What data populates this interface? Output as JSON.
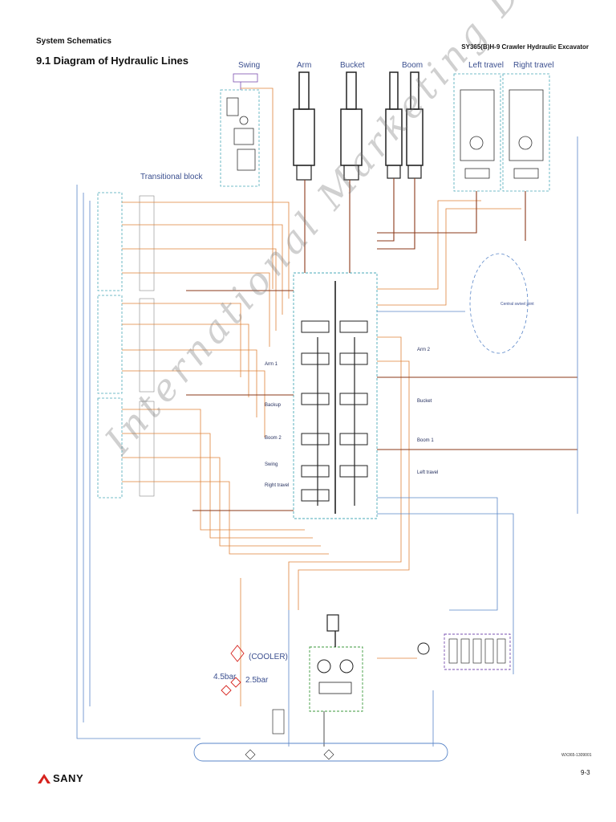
{
  "header": {
    "section": "System Schematics",
    "title": "9.1  Diagram of Hydraulic Lines",
    "model": "SY365(B)H-9 Crawler Hydraulic Excavator"
  },
  "top_labels": {
    "swing": "Swing",
    "arm": "Arm",
    "bucket": "Bucket",
    "boom": "Boom",
    "left_travel": "Left travel",
    "right_travel": "Right travel"
  },
  "block_labels": {
    "transitional_block": "Transitional block",
    "central_swivel": "Central swivel joint"
  },
  "valve_labels": {
    "arm1": "Arm 1",
    "backup": "Backup",
    "boom2": "Boom 2",
    "swing": "Swing",
    "right_travel": "Right travel",
    "arm2": "Arm 2",
    "bucket": "Bucket",
    "boom1": "Boom 1",
    "left_travel": "Left travel"
  },
  "cooler_labels": {
    "cooler": "(COOLER)",
    "p45": "4.5bar",
    "p25": "2.5bar"
  },
  "footer": {
    "doc_number": "WX365-1309001",
    "page": "9-3",
    "brand": "SANY"
  },
  "watermark": "International Marketing Dept",
  "colors": {
    "pilot_orange": "#e0833a",
    "main_brown": "#8b3a1a",
    "tank_blue": "#5a86c8",
    "outline_teal": "#4aa8b8",
    "pilot_purple": "#7a4fb0",
    "drain_green": "#3c9a3c",
    "brand_red": "#d6231e"
  }
}
